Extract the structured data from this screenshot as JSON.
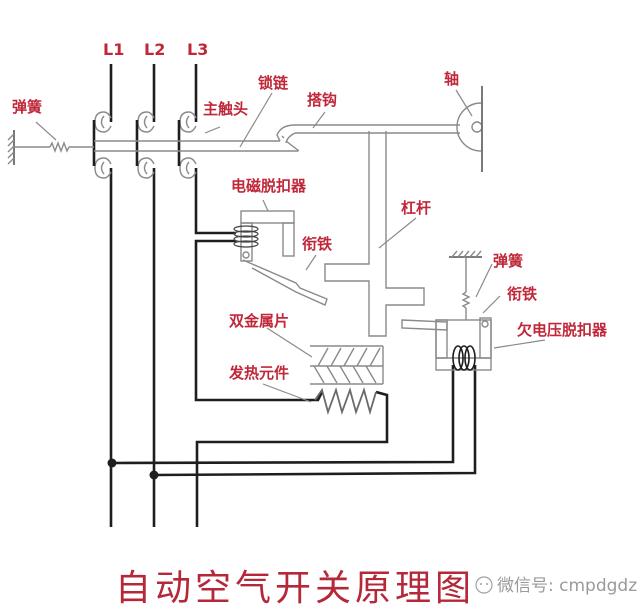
{
  "diagram": {
    "title": "自动空气开关原理图",
    "watermark": "微信号: cmpdgdz",
    "phases": [
      "L1",
      "L2",
      "L3"
    ],
    "labels": {
      "spring_left": "弹簧",
      "main_contact": "主触头",
      "lock_chain": "锁链",
      "hook": "搭钩",
      "shaft": "轴",
      "electromagnetic_release": "电磁脱扣器",
      "armature": "衔铁",
      "lever": "杠杆",
      "bimetal_strip": "双金属片",
      "heating_element": "发热元件",
      "spring_right": "弹簧",
      "armature_right": "衔铁",
      "undervoltage_release": "欠电压脱扣器"
    },
    "colors": {
      "label": "#c0283a",
      "wire": "#1e1e1e",
      "mechanism": "#8a8a8a"
    }
  }
}
